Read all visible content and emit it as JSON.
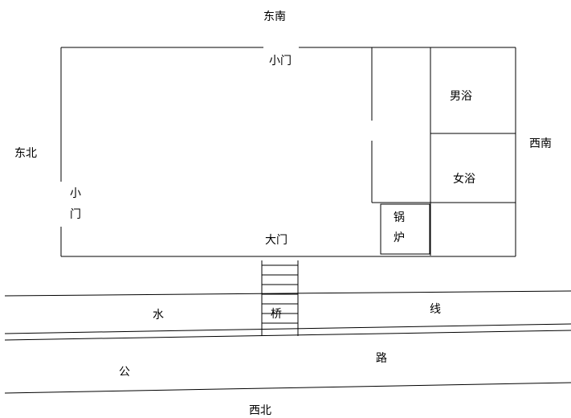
{
  "directions": {
    "southeast": "东南",
    "northeast": "东北",
    "southwest": "西南",
    "northwest": "西北"
  },
  "doors": {
    "small_door_top": "小门",
    "small_door_left_1": "小",
    "small_door_left_2": "门",
    "main_door": "大门"
  },
  "rooms": {
    "mens_bath": "男浴",
    "womens_bath": "女浴",
    "boiler_1": "锅",
    "boiler_2": "炉"
  },
  "water_line": {
    "char_1": "水",
    "bridge": "桥",
    "char_3": "线"
  },
  "road": {
    "char_1": "公",
    "char_2": "路"
  }
}
